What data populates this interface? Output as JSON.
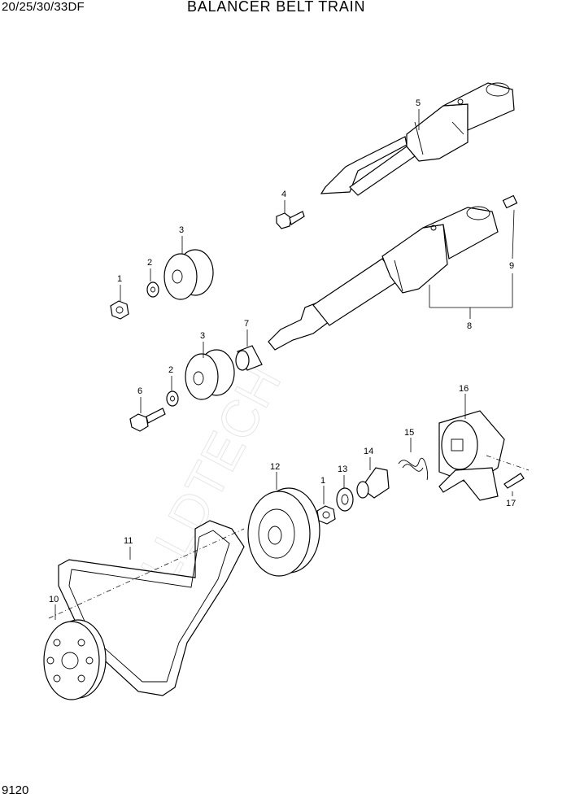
{
  "header": {
    "model": "20/25/30/33DF",
    "title": "BALANCER BELT TRAIN"
  },
  "footer": {
    "page_number": "9120"
  },
  "callouts": {
    "c1a": "1",
    "c1b": "1",
    "c2a": "2",
    "c2b": "2",
    "c3a": "3",
    "c3b": "3",
    "c4": "4",
    "c5": "5",
    "c6": "6",
    "c7": "7",
    "c8": "8",
    "c9": "9",
    "c10": "10",
    "c11": "11",
    "c12": "12",
    "c13": "13",
    "c14": "14",
    "c15": "15",
    "c16": "16",
    "c17": "17"
  },
  "watermark": "ALLDTECH"
}
